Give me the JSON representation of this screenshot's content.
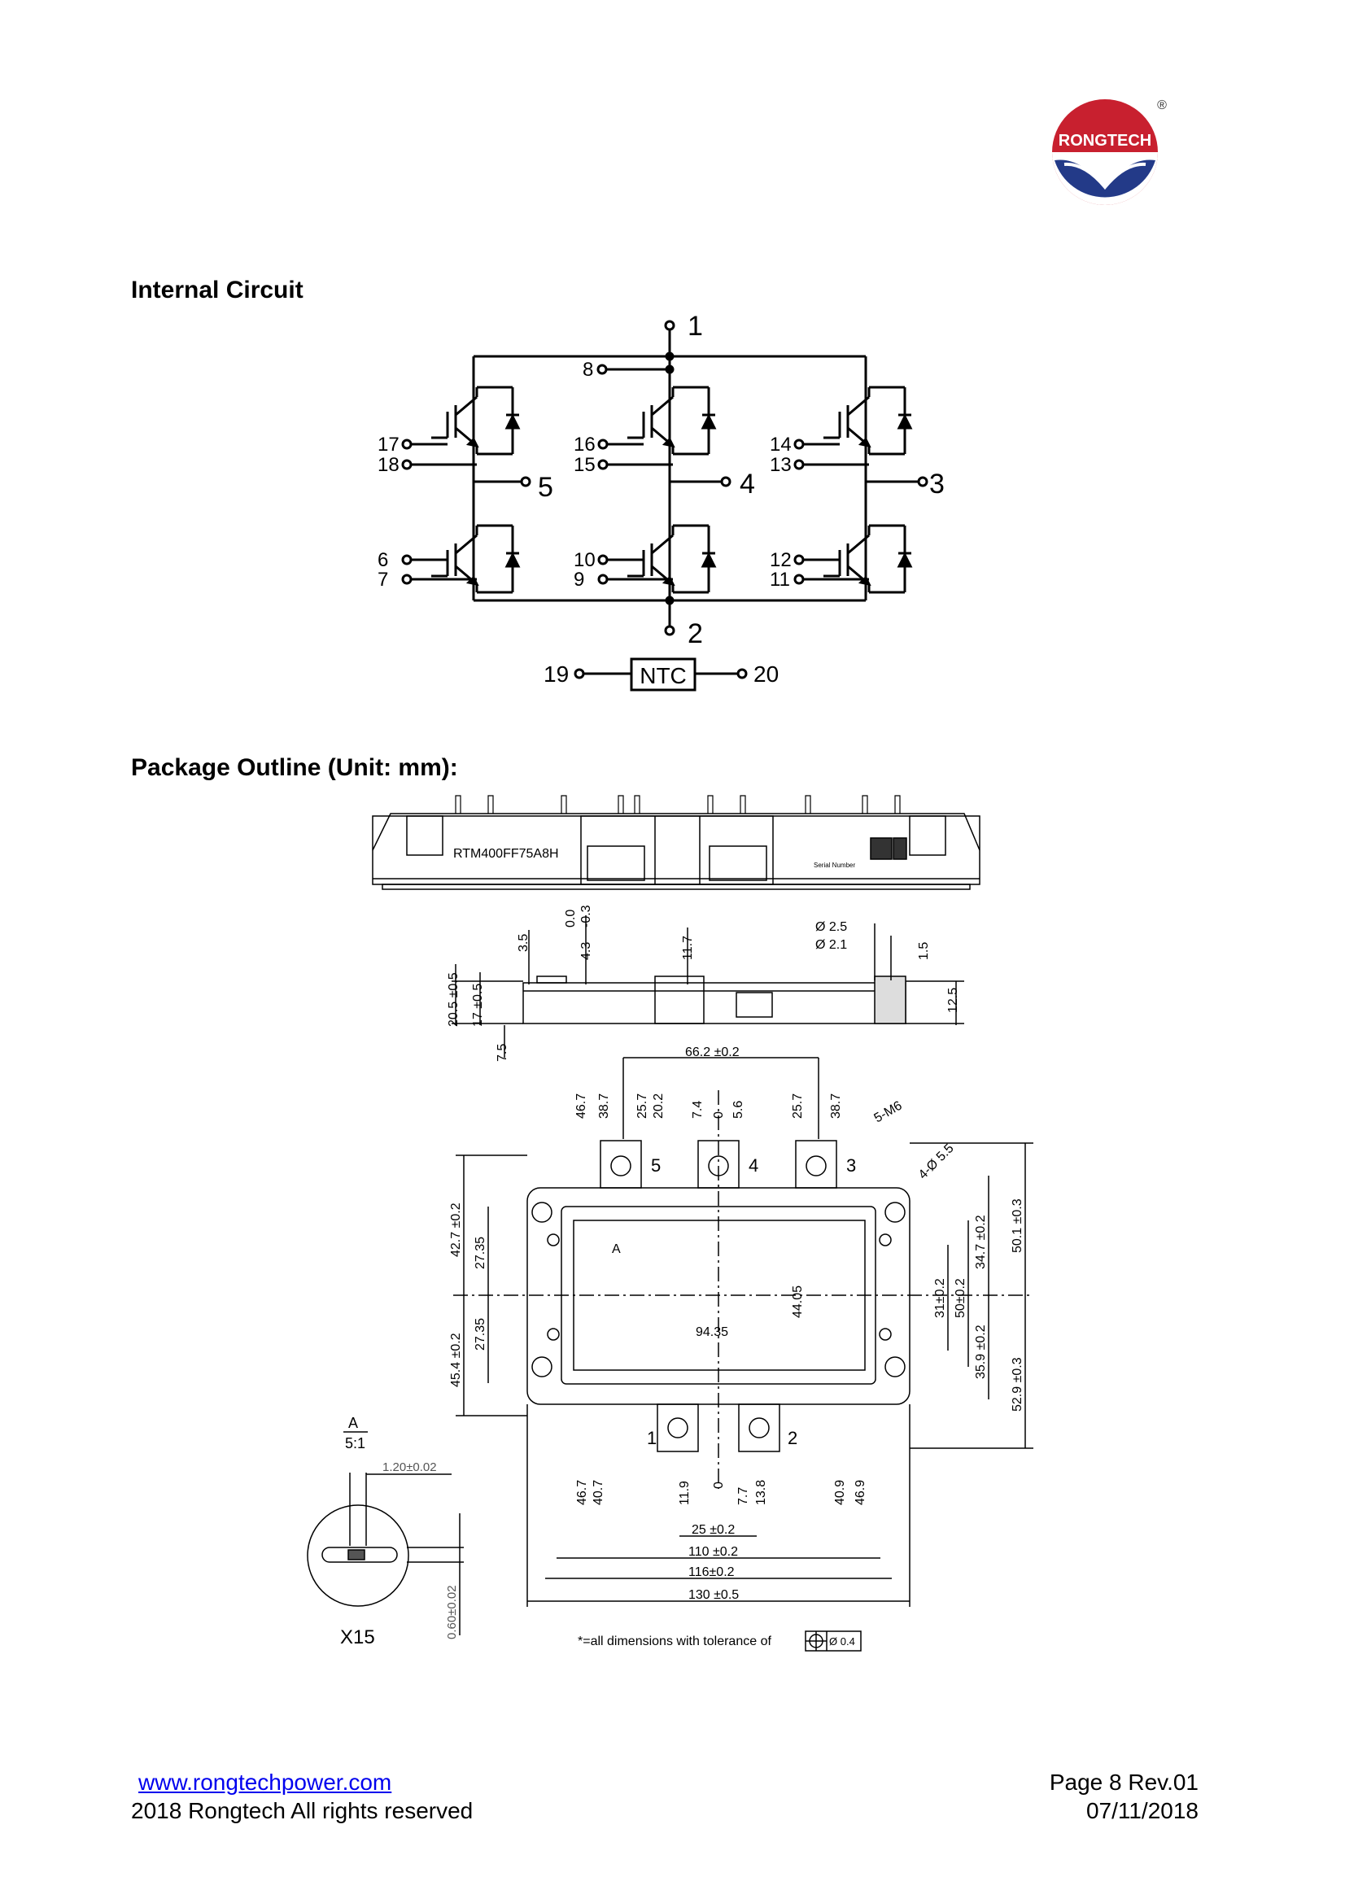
{
  "logo": {
    "name": "RONGTECH",
    "registered": "®"
  },
  "headings": {
    "internal_circuit": "Internal Circuit",
    "package_outline": "Package Outline (Unit: mm):"
  },
  "circuit": {
    "terminals": {
      "t1": "1",
      "t2": "2",
      "t3": "3",
      "t4": "4",
      "t5": "5",
      "t6": "6",
      "t7": "7",
      "t8": "8",
      "t9": "9",
      "t10": "10",
      "t11": "11",
      "t12": "12",
      "t13": "13",
      "t14": "14",
      "t15": "15",
      "t16": "16",
      "t17": "17",
      "t18": "18",
      "t19": "19",
      "t20": "20"
    },
    "ntc": "NTC"
  },
  "package": {
    "part_number": "RTM400FF75A8H",
    "serial_label": "Serial Number",
    "side": {
      "d_35": "3.5",
      "d_00": "0.0",
      "d_43": "4.3",
      "d_03": "-0.3",
      "d_117": "11.7",
      "d_phi25": "Ø 2.5",
      "d_phi21": "Ø 2.1",
      "d_15": "1.5",
      "d_205": "20.5 ±0.5",
      "d_17": "17 ±0.5",
      "d_75": "7.5",
      "d_125": "12.5"
    },
    "top": {
      "d_662": "66.2 ±0.2",
      "top_dims": [
        "46.7",
        "38.7",
        "25.7",
        "20.2",
        "7.4",
        "0",
        "5.6",
        "25.7",
        "38.7"
      ],
      "bottom_dims": [
        "46.7",
        "40.7",
        "11.9",
        "0",
        "7.7",
        "13.8",
        "40.9",
        "46.9"
      ],
      "d_m6": "5-M6",
      "d_hole": "4-Ø 5.5",
      "d_427": "42.7 ±0.2",
      "d_2735a": "27.35",
      "d_2735b": "27.35",
      "d_454": "45.4 ±0.2",
      "d_4405": "44.05",
      "d_9435": "94.35",
      "d_31": "31±0.2",
      "d_50": "50±0.2",
      "d_347": "34.7 ±0.2",
      "d_359": "35.9 ±0.2",
      "d_501": "50.1 ±0.3",
      "d_529": "52.9 ±0.3",
      "d_25": "25 ±0.2",
      "d_110": "110 ±0.2",
      "d_116": "116±0.2",
      "d_130": "130 ±0.5",
      "callout_a": "A",
      "tol_note": "*=all dimensions with tolerance of",
      "tol_value": "Ø 0.4",
      "star": "*"
    },
    "detail": {
      "label": "A",
      "scale": "5:1",
      "d_120": "1.20±0.02",
      "d_060": "0.60±0.02",
      "name": "X15"
    }
  },
  "footer": {
    "website": "www.rongtechpower.com",
    "copyright": "2018 Rongtech All rights reserved",
    "page": "Page 8  Rev.01",
    "date": "07/11/2018"
  }
}
